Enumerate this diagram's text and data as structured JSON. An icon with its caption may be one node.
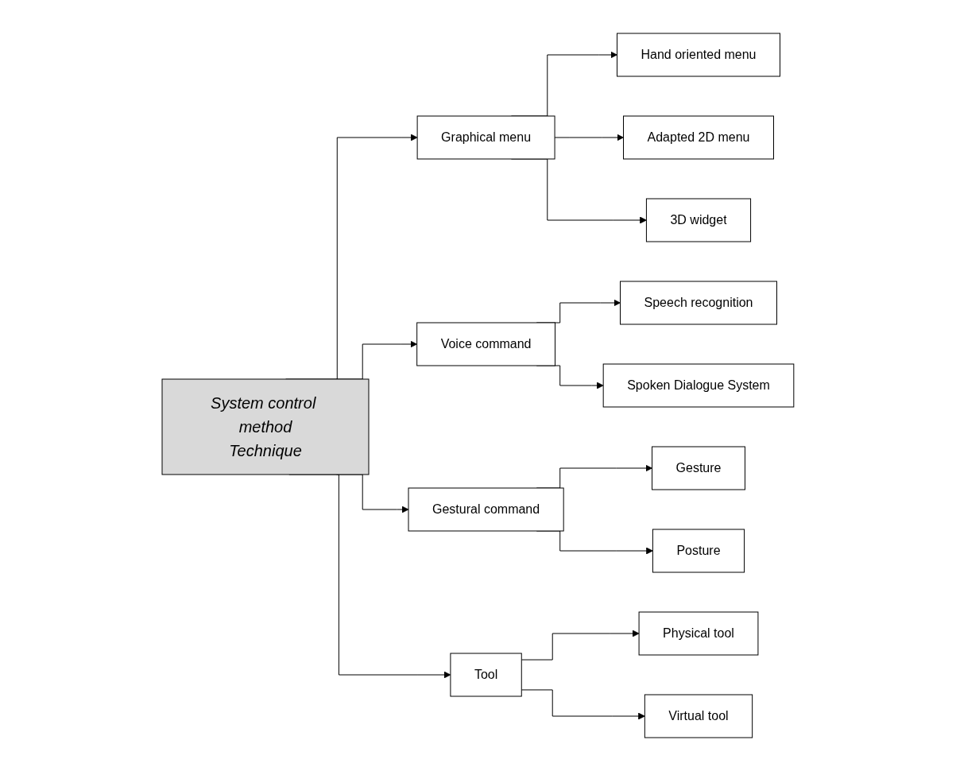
{
  "diagram": {
    "nodes": [
      {
        "text": [
          "System control method",
          "Technique"
        ]
      },
      {
        "text": [
          "Graphical menu"
        ]
      },
      {
        "text": [
          "Hand oriented menu"
        ]
      },
      {
        "text": [
          "Adapted 2D menu"
        ]
      },
      {
        "text": [
          "3D widget"
        ]
      },
      {
        "text": [
          "Voice command"
        ]
      },
      {
        "text": [
          "Speech recognition"
        ]
      },
      {
        "text": [
          "Spoken Dialogue System"
        ]
      },
      {
        "text": [
          "Gestural command"
        ]
      },
      {
        "text": [
          "Gesture"
        ]
      },
      {
        "text": [
          "Posture"
        ]
      },
      {
        "text": [
          "Tool"
        ]
      },
      {
        "text": [
          "Physical tool"
        ]
      },
      {
        "text": [
          "Virtual tool"
        ]
      }
    ],
    "edges": [
      {
        "from": 0,
        "to": 1,
        "arrow": "to"
      },
      {
        "from": 1,
        "to": 2,
        "arrow": "to"
      },
      {
        "from": 1,
        "to": 3,
        "arrow": "to"
      },
      {
        "from": 1,
        "to": 4,
        "arrow": "to"
      },
      {
        "from": 0,
        "to": 5,
        "arrow": "to"
      },
      {
        "from": 5,
        "to": 6,
        "arrow": "to"
      },
      {
        "from": 5,
        "to": 7,
        "arrow": "to"
      },
      {
        "from": 0,
        "to": 8,
        "arrow": "to"
      },
      {
        "from": 8,
        "to": 9,
        "arrow": "to"
      },
      {
        "from": 8,
        "to": 10,
        "arrow": "to"
      },
      {
        "from": 0,
        "to": 11,
        "arrow": "to"
      },
      {
        "from": 11,
        "to": 12,
        "arrow": "to"
      },
      {
        "from": 11,
        "to": 13,
        "arrow": "to"
      }
    ]
  }
}
